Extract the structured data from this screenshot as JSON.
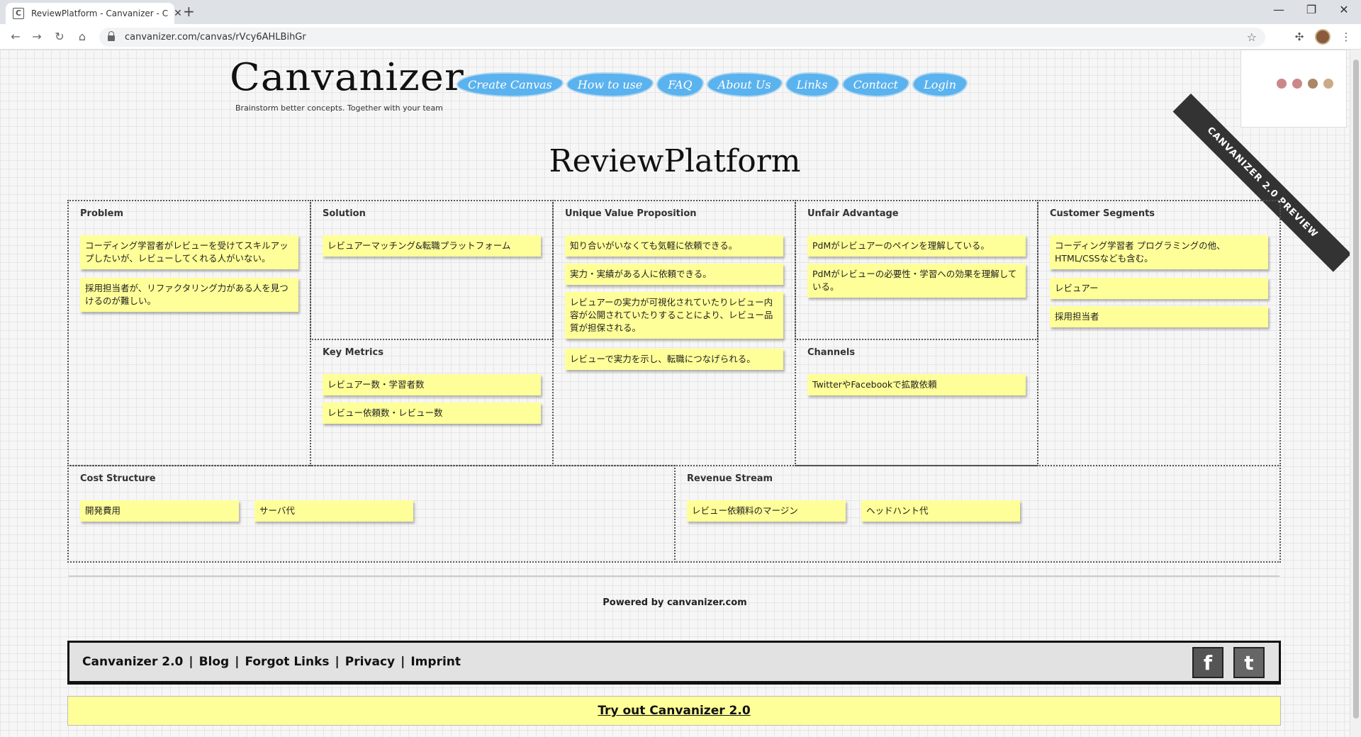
{
  "browser": {
    "tab_title": "ReviewPlatform - Canvanizer - C",
    "favicon_letter": "C",
    "url": "canvanizer.com/canvas/rVcy6AHLBihGr"
  },
  "site": {
    "logo": "Canvanizer",
    "tagline": "Brainstorm better concepts. Together with your team",
    "nav": [
      "Create Canvas",
      "How to use",
      "FAQ",
      "About Us",
      "Links",
      "Contact",
      "Login"
    ],
    "ribbon": "CANVANIZER 2.0 PREVIEW"
  },
  "canvas": {
    "title": "ReviewPlatform",
    "problem": {
      "title": "Problem",
      "notes": [
        "コーディング学習者がレビューを受けてスキルアップしたいが、レビューしてくれる人がいない。",
        "採用担当者が、リファクタリング力がある人を見つけるのが難しい。"
      ]
    },
    "solution": {
      "title": "Solution",
      "notes": [
        "レビュアーマッチング&転職プラットフォーム"
      ]
    },
    "key_metrics": {
      "title": "Key Metrics",
      "notes": [
        "レビュアー数・学習者数",
        "レビュー依頼数・レビュー数"
      ]
    },
    "uvp": {
      "title": "Unique Value Proposition",
      "notes": [
        "知り合いがいなくても気軽に依頼できる。",
        "実力・実績がある人に依頼できる。",
        "レビュアーの実力が可視化されていたりレビュー内容が公開されていたりすることにより、レビュー品質が担保される。",
        "レビューで実力を示し、転職につなげられる。"
      ]
    },
    "unfair_advantage": {
      "title": "Unfair Advantage",
      "notes": [
        "PdMがレビュアーのペインを理解している。",
        "PdMがレビューの必要性・学習への効果を理解している。"
      ]
    },
    "channels": {
      "title": "Channels",
      "notes": [
        "TwitterやFacebookで拡散依頼"
      ]
    },
    "customer_segments": {
      "title": "Customer Segments",
      "notes": [
        "コーディング学習者 プログラミングの他、HTML/CSSなども含む。",
        "レビュアー",
        "採用担当者"
      ]
    },
    "cost_structure": {
      "title": "Cost Structure",
      "notes": [
        "開発費用",
        "サーバ代"
      ]
    },
    "revenue_stream": {
      "title": "Revenue Stream",
      "notes": [
        "レビュー依頼料のマージン",
        "ヘッドハント代"
      ]
    }
  },
  "powered": {
    "prefix": "Powered by ",
    "link": "canvanizer.com"
  },
  "footer": {
    "links": [
      "Canvanizer 2.0",
      "Blog",
      "Forgot Links",
      "Privacy",
      "Imprint"
    ],
    "separator": "|",
    "facebook_letter": "f",
    "twitter_letter": "t"
  },
  "tryout": "Try out Canvanizer 2.0",
  "colors": {
    "note": "#ffff99",
    "nav": "#5ab2ee",
    "ribbon": "#333333"
  }
}
